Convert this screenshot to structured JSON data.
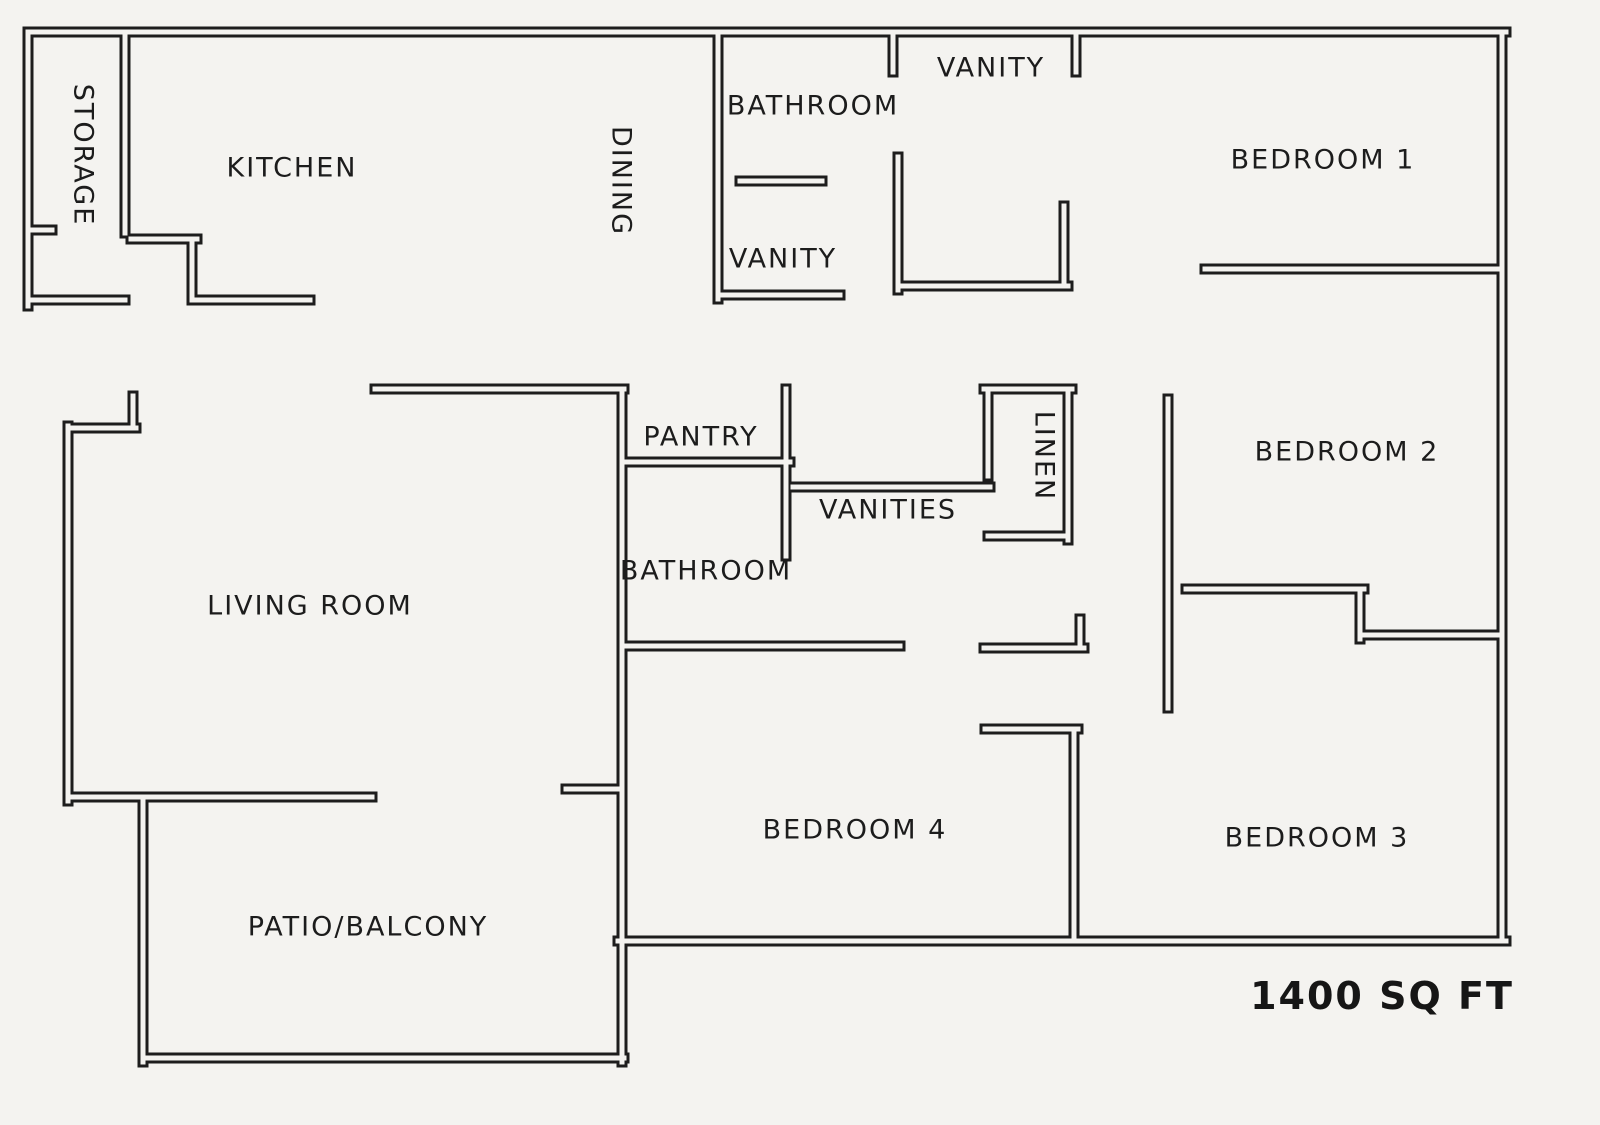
{
  "rooms": [
    {
      "id": "storage",
      "label": "STORAGE",
      "orientation": "vertical"
    },
    {
      "id": "kitchen",
      "label": "KITCHEN",
      "orientation": "horizontal"
    },
    {
      "id": "dining",
      "label": "DINING",
      "orientation": "vertical"
    },
    {
      "id": "bathroom-top",
      "label": "BATHROOM",
      "orientation": "horizontal"
    },
    {
      "id": "vanity-top",
      "label": "VANITY",
      "orientation": "horizontal"
    },
    {
      "id": "bedroom-1",
      "label": "BEDROOM 1",
      "orientation": "horizontal"
    },
    {
      "id": "vanity-mid",
      "label": "VANITY",
      "orientation": "horizontal"
    },
    {
      "id": "pantry",
      "label": "PANTRY",
      "orientation": "horizontal"
    },
    {
      "id": "linen",
      "label": "LINEN",
      "orientation": "vertical"
    },
    {
      "id": "bedroom-2",
      "label": "BEDROOM 2",
      "orientation": "horizontal"
    },
    {
      "id": "vanities",
      "label": "VANITIES",
      "orientation": "horizontal"
    },
    {
      "id": "bathroom-mid",
      "label": "BATHROOM",
      "orientation": "horizontal"
    },
    {
      "id": "living-room",
      "label": "LIVING ROOM",
      "orientation": "horizontal"
    },
    {
      "id": "bedroom-4",
      "label": "BEDROOM 4",
      "orientation": "horizontal"
    },
    {
      "id": "bedroom-3",
      "label": "BEDROOM 3",
      "orientation": "horizontal"
    },
    {
      "id": "patio",
      "label": "PATIO/BALCONY",
      "orientation": "horizontal"
    }
  ],
  "area_label": "1400 SQ FT",
  "colors": {
    "wall": "#1d1d1d",
    "background": "#f4f3f0"
  }
}
